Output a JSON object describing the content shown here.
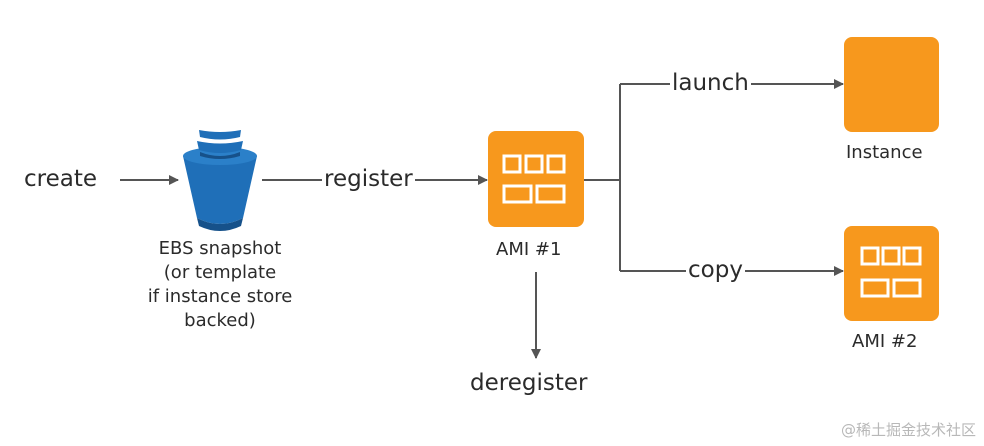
{
  "labels": {
    "create": "create",
    "register": "register",
    "launch": "launch",
    "copy": "copy",
    "deregister": "deregister"
  },
  "nodes": {
    "snapshot_caption": [
      "EBS snapshot",
      "(or template",
      "if instance store",
      "backed)"
    ],
    "ami1": "AMI #1",
    "instance": "Instance",
    "ami2": "AMI #2"
  },
  "watermark": "@稀土掘金技术社区",
  "colors": {
    "orange": "#f7981d",
    "blue": "#1f6fb8",
    "blue_dark": "#16518a",
    "line": "#555555"
  }
}
